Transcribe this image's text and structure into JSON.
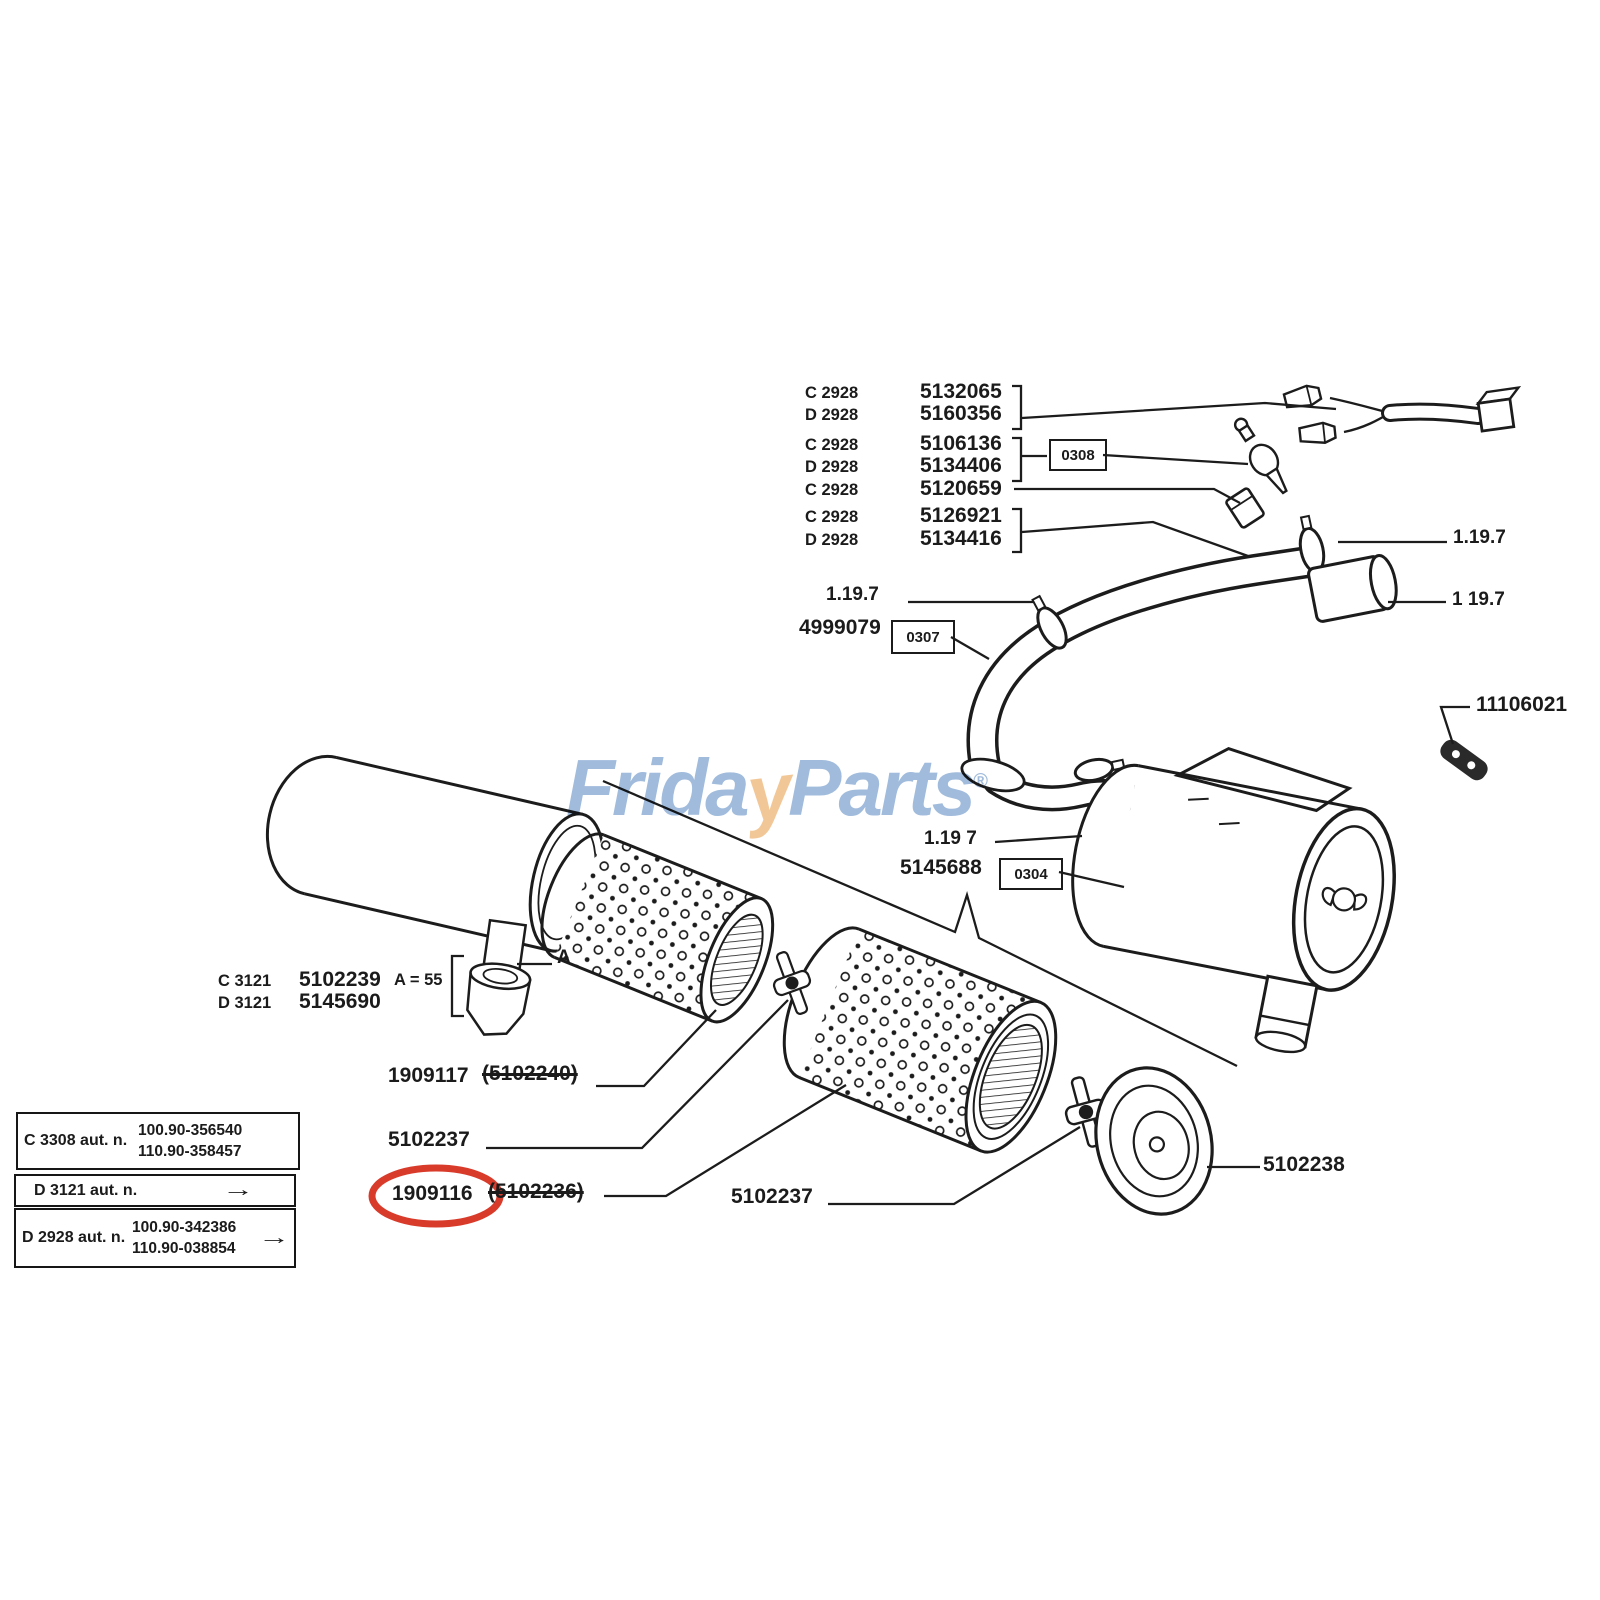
{
  "diagram": {
    "watermark": {
      "left": "Frida",
      "y": "y",
      "right": "Parts",
      "reg": "®"
    },
    "colors": {
      "ink": "#1c1c1c",
      "watermark_blue": "#8fafd6",
      "watermark_orange": "#f0bd85",
      "highlight_red": "#d93b2b"
    },
    "variant_table": {
      "rows": [
        {
          "model": "C 2928",
          "part": "5132065"
        },
        {
          "model": "D 2928",
          "part": "5160356"
        },
        {
          "model": "C 2928",
          "part": "5106136"
        },
        {
          "model": "D 2928",
          "part": "5134406"
        },
        {
          "model": "C 2928",
          "part": "5120659"
        },
        {
          "model": "C 2928",
          "part": "5126921"
        },
        {
          "model": "D 2928",
          "part": "5134416"
        }
      ]
    },
    "ref_boxes": {
      "b0308": "0308",
      "b0307": "0307",
      "b0304": "0304"
    },
    "section_refs": {
      "right_upper": "1.19.7",
      "right_lower": "1 19.7",
      "left": "1.19.7",
      "center": "1.19 7"
    },
    "part_labels": {
      "p4999079": "4999079",
      "p11106021": "11106021",
      "p5145688": "5145688",
      "p1909117": "1909117",
      "p5102240": "(5102240)",
      "p5102237_a": "5102237",
      "p1909116": "1909116",
      "p5102236": "(5102236)",
      "p5102237_b": "5102237",
      "p5102238": "5102238",
      "dim_letter": "A"
    },
    "left_variants": {
      "rows": [
        {
          "model": "C 3121",
          "part": "5102239",
          "note": "A = 55"
        },
        {
          "model": "D 3121",
          "part": "5145690",
          "note": ""
        }
      ]
    },
    "footnotes": [
      {
        "code": "C 3308 aut. n.",
        "line1": "100.90-356540",
        "line2": "110.90-358457",
        "arrow": ""
      },
      {
        "code": "D 3121 aut. n.",
        "line1": "",
        "line2": "",
        "arrow": "→"
      },
      {
        "code": "D 2928 aut. n.",
        "line1": "100.90-342386",
        "line2": "110.90-038854",
        "arrow": "→"
      }
    ]
  }
}
